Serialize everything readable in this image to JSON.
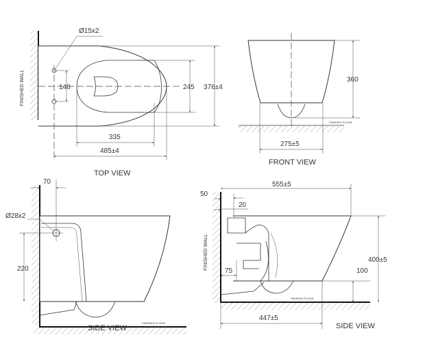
{
  "top_view": {
    "title": "TOP VIEW",
    "wall_label": "FINISHED WALL",
    "hole_label": "Ø15x2",
    "dim_hole_spacing": "140",
    "dim_inner_width": "245",
    "dim_outer_width": "376±4",
    "dim_inner_length": "335",
    "dim_outer_length": "485±4"
  },
  "front_view": {
    "title": "FRONT VIEW",
    "floor_label": "FINISHED FLOOR",
    "dim_height": "360",
    "dim_width": "275±5"
  },
  "side_view_left": {
    "title": "SIDE VIEW",
    "floor_label": "FINISHED FLOOR",
    "hole_label": "Ø28x2",
    "dim_hole_offset": "70",
    "dim_hole_height": "220"
  },
  "side_view_right": {
    "title": "SIDE VIEW",
    "wall_label": "FINISHED WALL",
    "floor_label": "FINISHED FLOOR",
    "dim_length": "555±5",
    "dim_50": "50",
    "dim_20": "20",
    "dim_height": "400±5",
    "dim_75": "75",
    "dim_100": "100",
    "dim_floor_length": "447±5"
  }
}
